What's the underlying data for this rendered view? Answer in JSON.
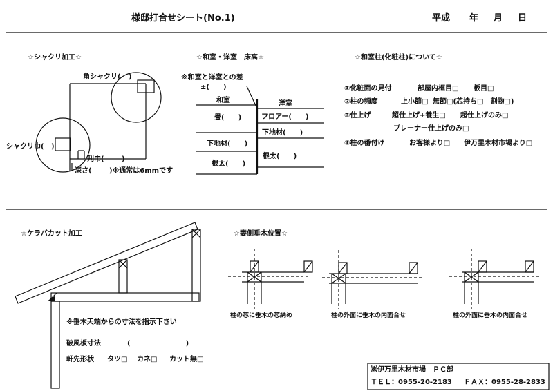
{
  "header": {
    "title": "様邸打合せシート(No.1)",
    "date_era": "平成",
    "date_year": "年",
    "date_month": "月",
    "date_day": "日"
  },
  "shakuri": {
    "title": "☆シャクリ加工☆",
    "corner_label": "角シャクリ(",
    "corner_close": ")",
    "width_label": "シャクリ巾(",
    "width_close": ")",
    "cut_label": "刋巾(",
    "cut_close": ")",
    "depth_label": "深さ(",
    "depth_close": ")※通常は6mmです"
  },
  "floor": {
    "title": "☆和室・洋室　床高☆",
    "diff_label": "※和室と洋室との差",
    "diff_value": "±(　　)",
    "washitsu_header": "和室",
    "youshitsu_header": "洋室",
    "tatami": "畳(　　)",
    "flooring": "フロアー(　　)",
    "shitaji_left": "下地材(　　)",
    "shitaji_right": "下地材(　　)",
    "neda_left": "根太(　　)",
    "neda_right": "根太(　　)"
  },
  "washitsu_pillar": {
    "title": "☆和室柱(化粧柱)について☆",
    "r1_label": "①化粧面の見付",
    "r1_opt1": "部屋内框目□",
    "r1_opt2": "板目□",
    "r2_label": "②柱の頻度",
    "r2_opt1": "上小節□",
    "r2_opt2": "無節□(芯持ち□　割物□)",
    "r3_label": "③仕上げ",
    "r3_opt1": "超仕上げ+養生□",
    "r3_opt2": "超仕上げのみ□",
    "r3_opt3": "プレーナー仕上げのみ□",
    "r4_label": "④柱の番付け",
    "r4_opt1": "お客様より□",
    "r4_opt2": "伊万里木材市場より□"
  },
  "keraba": {
    "title": "☆ケラバカット加工",
    "note": "※垂木天端からの寸法を指示下さい",
    "fascia_label": "破風板寸法",
    "fascia_value": "(　　　　　　　　)",
    "eave_label": "軒先形状",
    "eave_opt1": "タツ□",
    "eave_opt2": "カネ□",
    "eave_opt3": "カット無□"
  },
  "tsuma": {
    "title": "☆妻側垂木位置☆",
    "cap1": "柱の芯に垂木の芯納め",
    "cap2": "柱の外面に垂木の内面合せ",
    "cap3": "柱の外面に垂木の内面合せ"
  },
  "footer": {
    "company": "㈱伊万里木材市場　ＰＣ部",
    "tel": "ＴＥＬ：0955-20-2183",
    "fax": "ＦＡＸ：0955-28-2833"
  }
}
